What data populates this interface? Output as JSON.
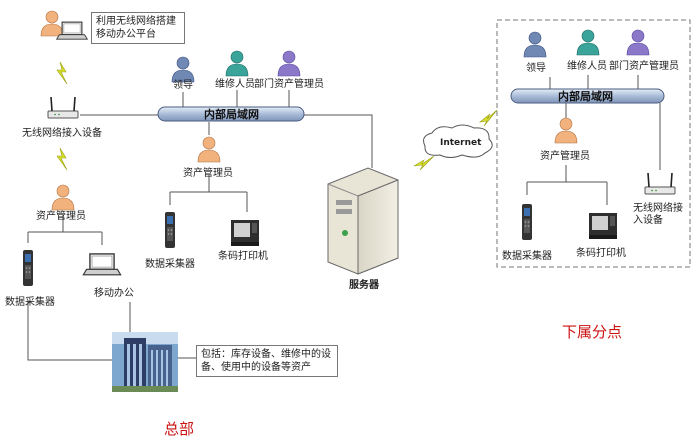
{
  "headquarters": {
    "title": "总部",
    "mobile_platform_note": "利用无线网络搭建移动办公平台",
    "wireless_device": "无线网络接入设备",
    "asset_admin_left": "资产管理员",
    "data_collector_left": "数据采集器",
    "mobile_office": "移动办公",
    "leader": "领导",
    "maintenance_staff": "维修人员",
    "dept_asset_admin": "部门资产管理员",
    "lan": "内部局域网",
    "asset_admin_center": "资产管理员",
    "data_collector_center": "数据采集器",
    "barcode_printer": "条码打印机",
    "server": "服务器",
    "building_note": "包括：库存设备、维修中的设备、使用中的设备等资产"
  },
  "internet_label": "Internet",
  "branch": {
    "title": "下属分点",
    "leader": "领导",
    "maintenance_staff": "维修人员",
    "dept_asset_admin": "部门资产管理员",
    "lan": "内部局域网",
    "asset_admin": "资产管理员",
    "wireless_device": "无线网络接入设备",
    "data_collector": "数据采集器",
    "barcode_printer": "条码打印机"
  },
  "colors": {
    "bus_fill": "#b8c8e0",
    "person_blue": "#6f88b4",
    "person_teal": "#3aa39a",
    "person_purple": "#8c78c8",
    "person_peach": "#f1b27e",
    "title_red": "#cc1111",
    "lightning": "#d7df2c"
  }
}
